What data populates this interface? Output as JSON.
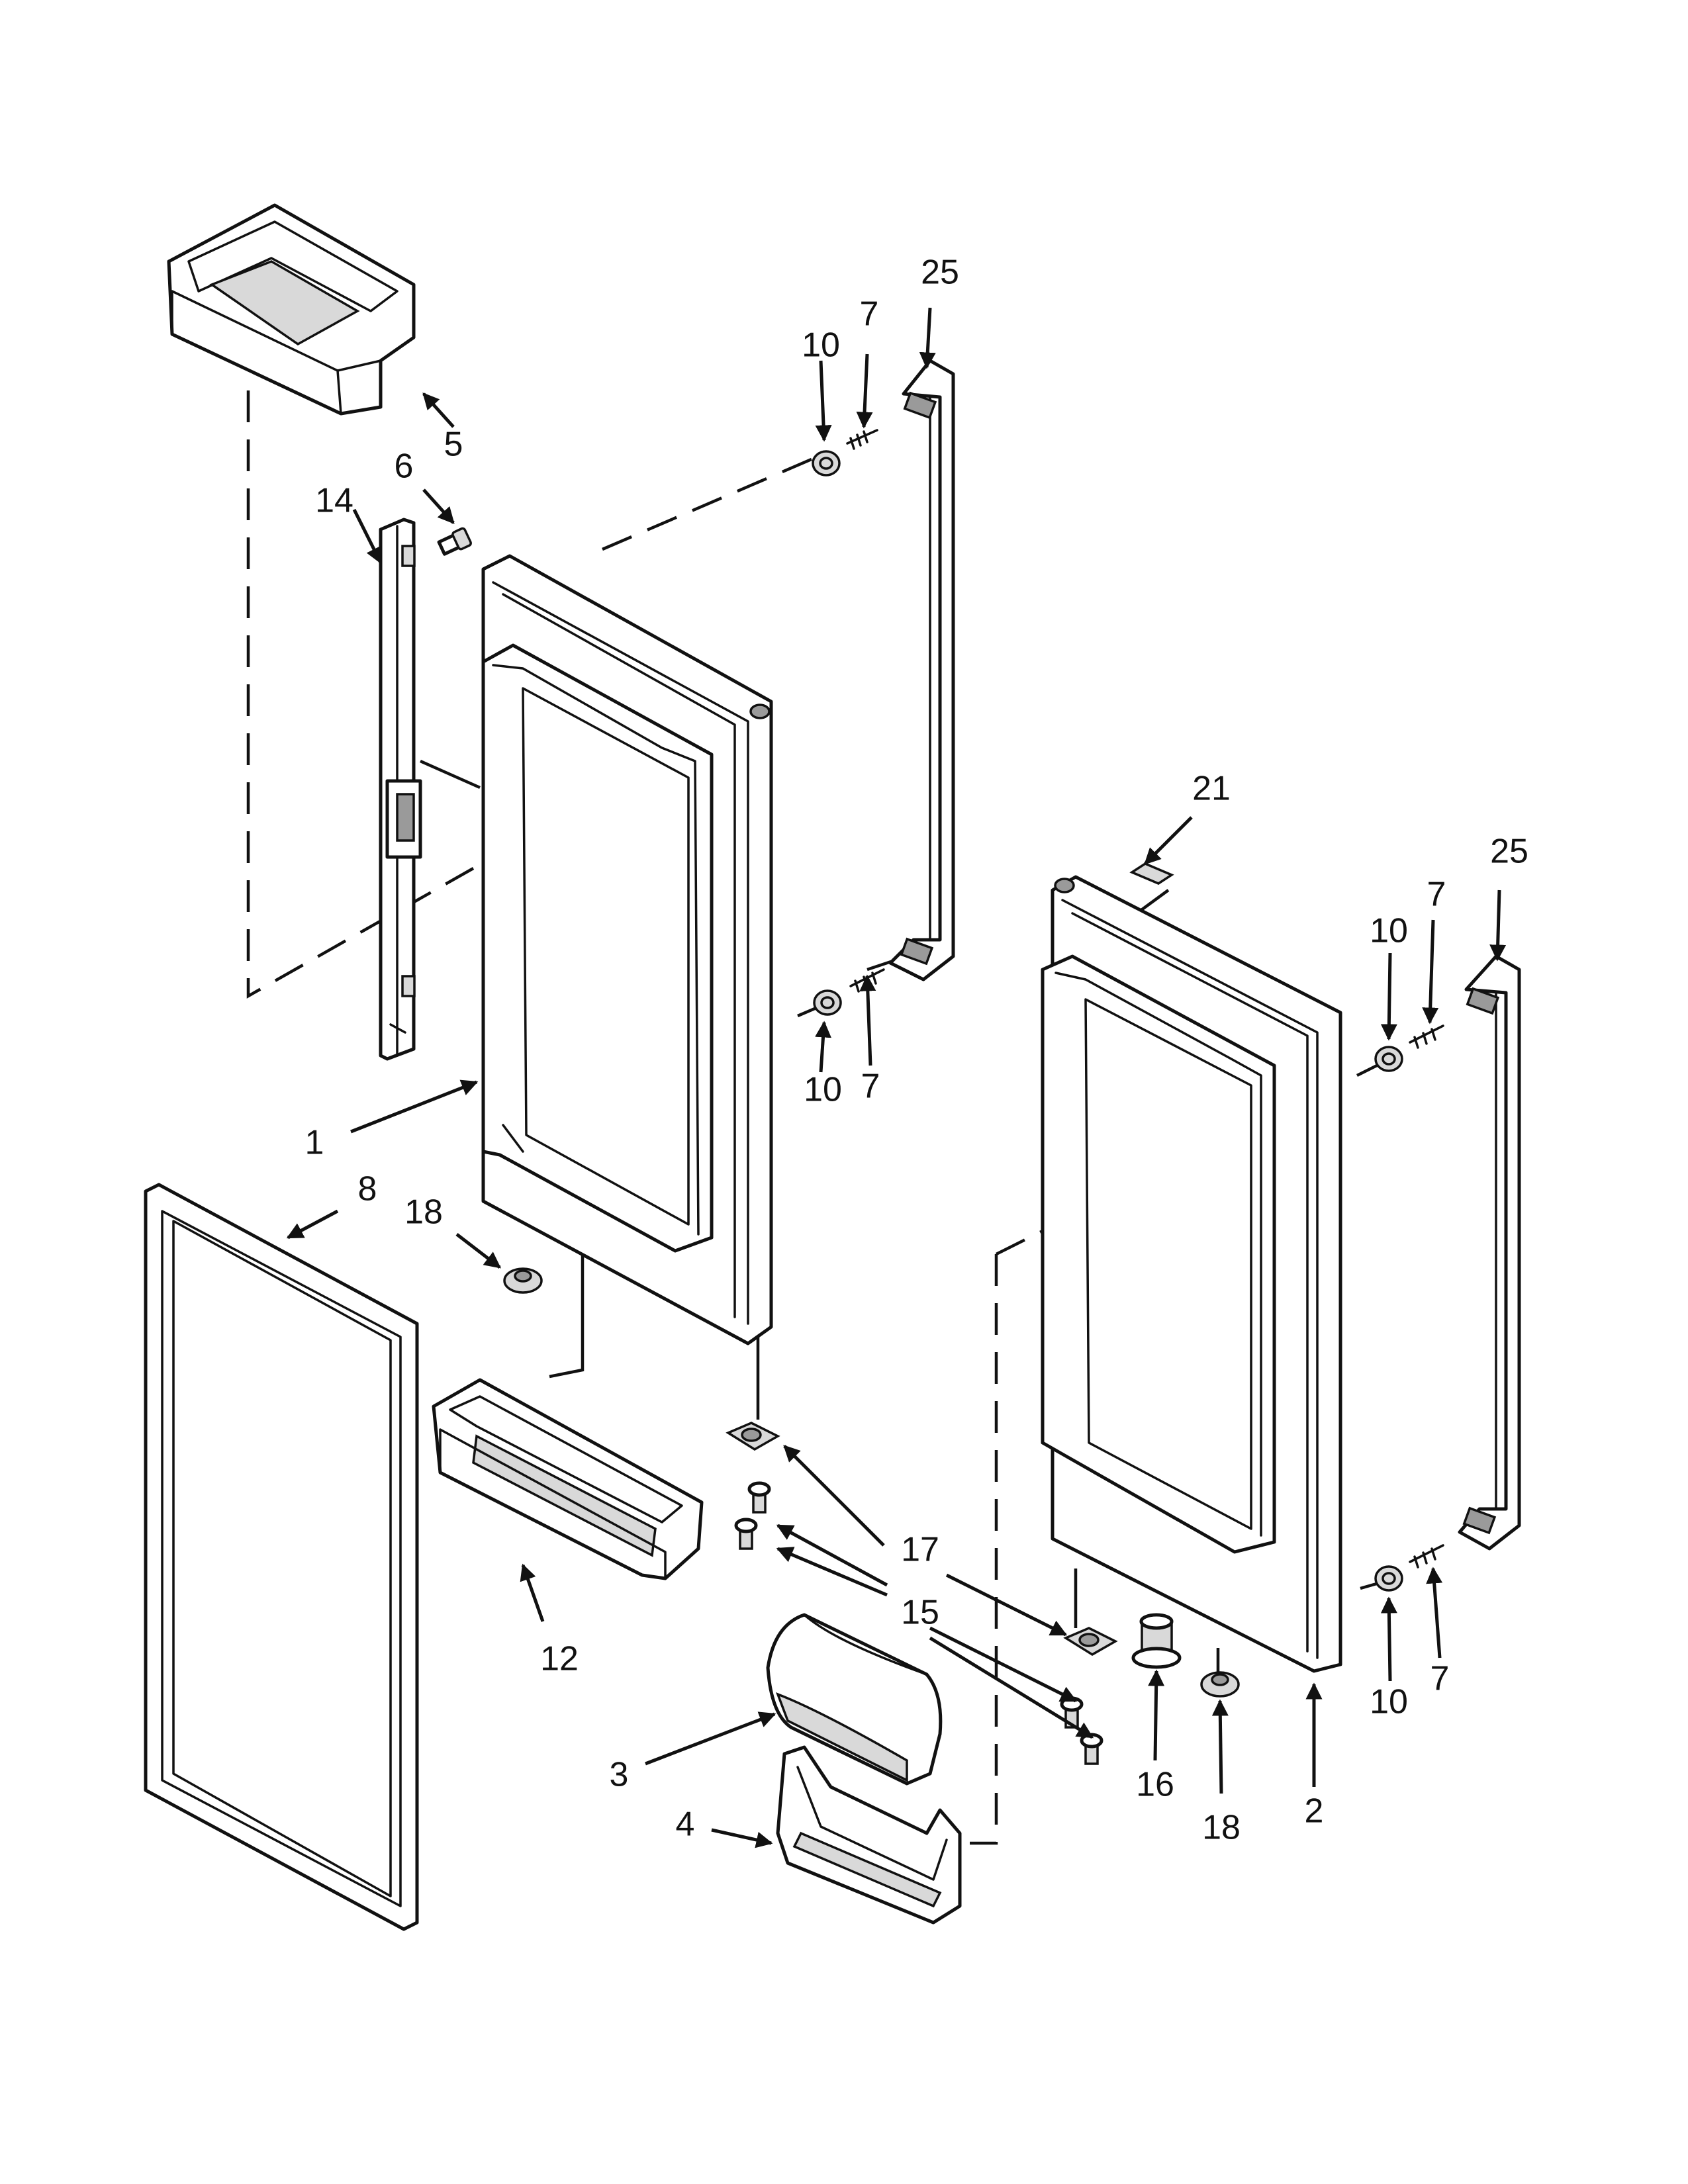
{
  "colors": {
    "line": "#111111",
    "background": "#ffffff",
    "shade": "#d9d9d9"
  },
  "callouts": {
    "c1": "1",
    "c2": "2",
    "c3": "3",
    "c4": "4",
    "c5": "5",
    "c6": "6",
    "c7a": "7",
    "c7b": "7",
    "c7c": "7",
    "c7d": "7",
    "c8": "8",
    "c10a": "10",
    "c10b": "10",
    "c10c": "10",
    "c10d": "10",
    "c12": "12",
    "c14": "14",
    "c15": "15",
    "c16": "16",
    "c17": "17",
    "c18a": "18",
    "c18b": "18",
    "c21": "21",
    "c25a": "25",
    "c25b": "25"
  }
}
